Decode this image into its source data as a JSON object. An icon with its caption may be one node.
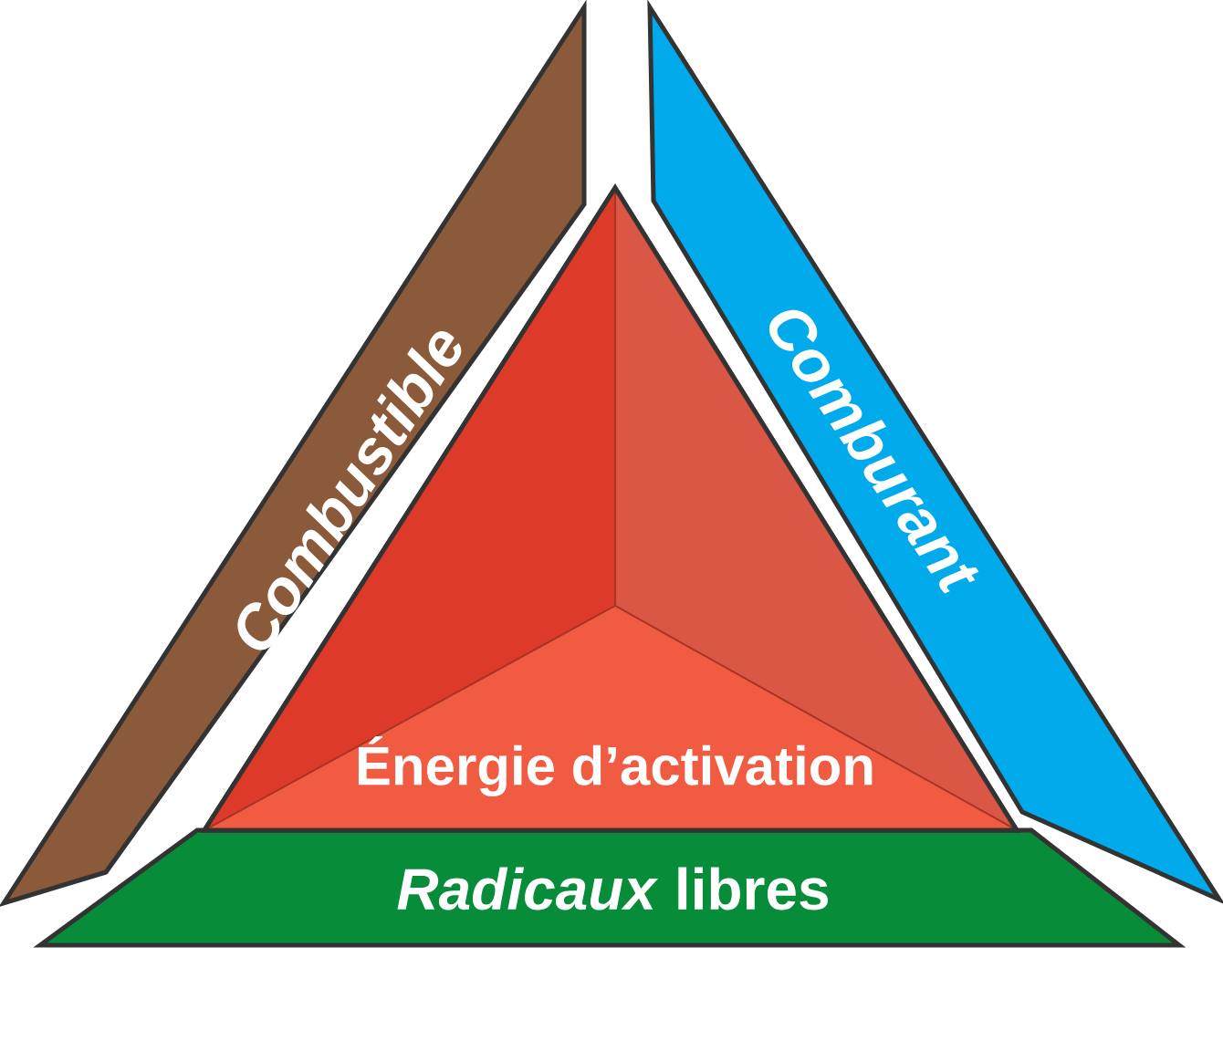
{
  "diagram": {
    "nodes": [
      {
        "text": [
          "Combustible"
        ]
      },
      {
        "text": [
          "Comburant"
        ]
      },
      {
        "text": [
          "*Radicaux* libres"
        ]
      },
      {
        "text": [
          "Énergie d’activation"
        ]
      }
    ]
  }
}
